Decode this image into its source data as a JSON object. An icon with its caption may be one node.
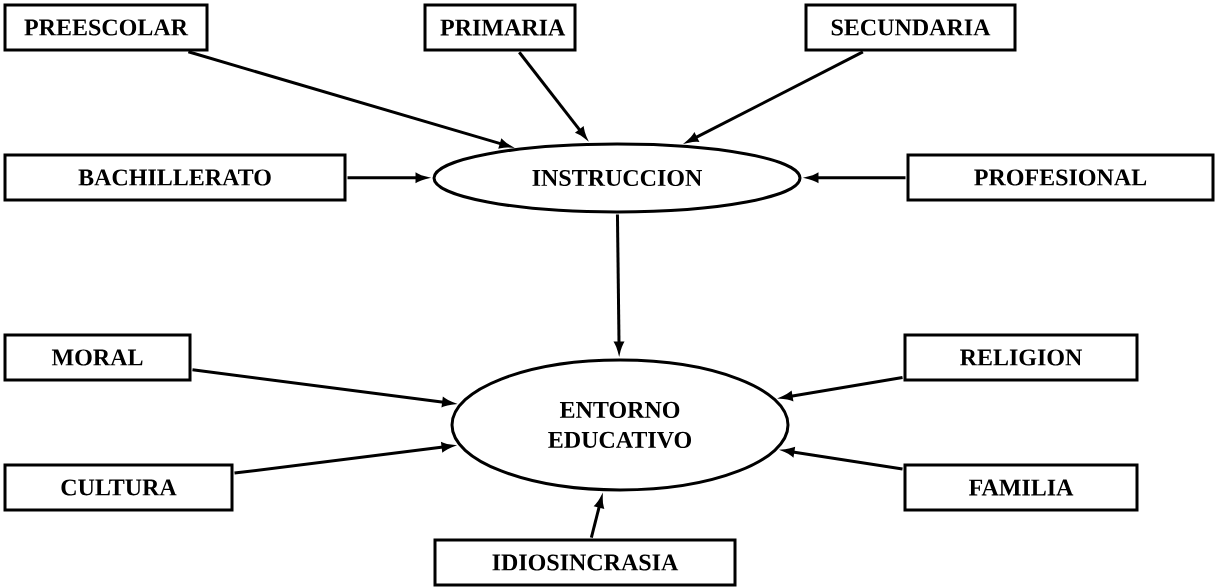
{
  "diagram": {
    "nodes": [
      {
        "text": [
          "PREESCOLAR"
        ]
      },
      {
        "text": [
          "PRIMARIA"
        ]
      },
      {
        "text": [
          "SECUNDARIA"
        ]
      },
      {
        "text": [
          "BACHILLERATO"
        ]
      },
      {
        "text": [
          "INSTRUCCION"
        ]
      },
      {
        "text": [
          "PROFESIONAL"
        ]
      },
      {
        "text": [
          "MORAL"
        ]
      },
      {
        "text": [
          "ENTORNO EDUCATIVO"
        ]
      },
      {
        "text": [
          "RELIGION"
        ]
      },
      {
        "text": [
          "CULTURA"
        ]
      },
      {
        "text": [
          "FAMILIA"
        ]
      },
      {
        "text": [
          "IDIOSINCRASIA"
        ]
      }
    ],
    "edges": [
      {
        "from": 0,
        "to": 4,
        "arrow": "to"
      },
      {
        "from": 1,
        "to": 4,
        "arrow": "to"
      },
      {
        "from": 2,
        "to": 4,
        "arrow": "to"
      },
      {
        "from": 3,
        "to": 4,
        "arrow": "to"
      },
      {
        "from": 5,
        "to": 4,
        "arrow": "to"
      },
      {
        "from": 4,
        "to": 7,
        "arrow": "to"
      },
      {
        "from": 6,
        "to": 7,
        "arrow": "to"
      },
      {
        "from": 8,
        "to": 7,
        "arrow": "to"
      },
      {
        "from": 9,
        "to": 7,
        "arrow": "to"
      },
      {
        "from": 10,
        "to": 7,
        "arrow": "to"
      },
      {
        "from": 11,
        "to": 7,
        "arrow": "to"
      }
    ]
  }
}
